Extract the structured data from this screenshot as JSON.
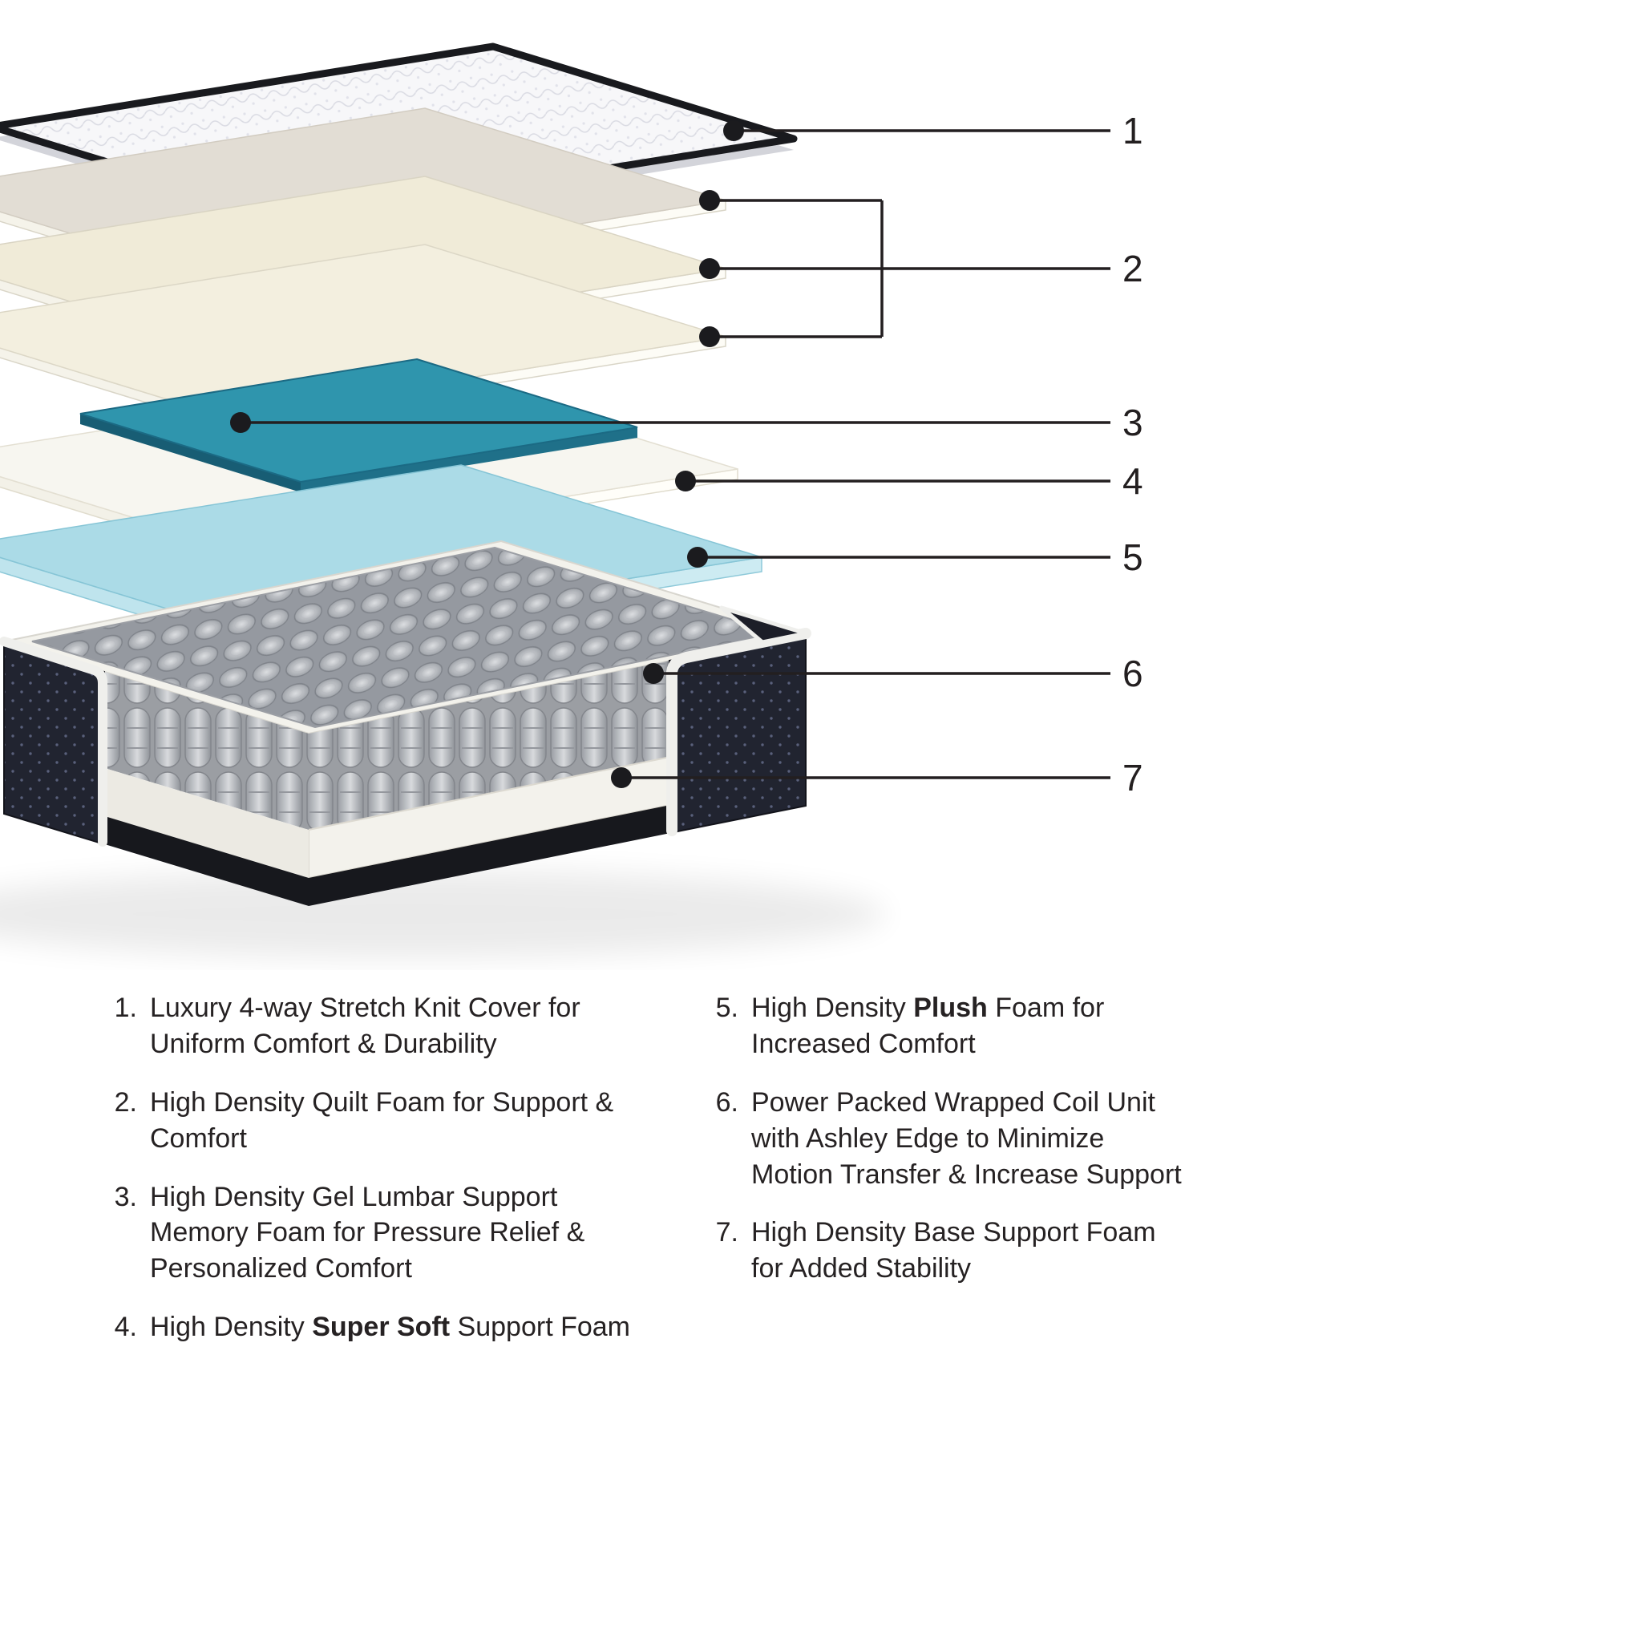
{
  "callouts": {
    "labels": [
      "1",
      "2",
      "3",
      "4",
      "5",
      "6",
      "7"
    ]
  },
  "colors": {
    "line": "#231f20",
    "cover_top": "#f7f7f9",
    "quilt1_top": "#e2ddd4",
    "quilt2_top": "#f0ebd8",
    "quilt3_top": "#f3efdf",
    "quilt_side": "#fdfcf6",
    "gel_top": "#2f95ad",
    "gel_side": "#1f7089",
    "soft_top": "#f7f6f0",
    "soft_side": "#fffef9",
    "plush_top": "#abdbe7",
    "plush_side": "#cdebf2",
    "fabric": "#212430",
    "base_side": "#f3f2ec",
    "base_bottom": "#17181d"
  },
  "legend": {
    "items": [
      {
        "num": "1.",
        "pre": "Luxury 4-way Stretch Knit Cover for Uniform Comfort & Durability"
      },
      {
        "num": "2.",
        "pre": "High Density Quilt Foam for Support & Comfort"
      },
      {
        "num": "3.",
        "pre": "High Density Gel Lumbar Support Memory Foam for Pressure Relief & Personalized Comfort"
      },
      {
        "num": "4.",
        "pre": "High Density ",
        "bold": "Super Soft",
        "post": " Support Foam"
      },
      {
        "num": "5.",
        "pre": "High Density ",
        "bold": "Plush",
        "post": " Foam for Increased Comfort"
      },
      {
        "num": "6.",
        "pre": "Power Packed Wrapped Coil Unit with Ashley Edge to Minimize Motion Transfer & Increase Support"
      },
      {
        "num": "7.",
        "pre": "High Density Base Support Foam for Added Stability"
      }
    ]
  }
}
